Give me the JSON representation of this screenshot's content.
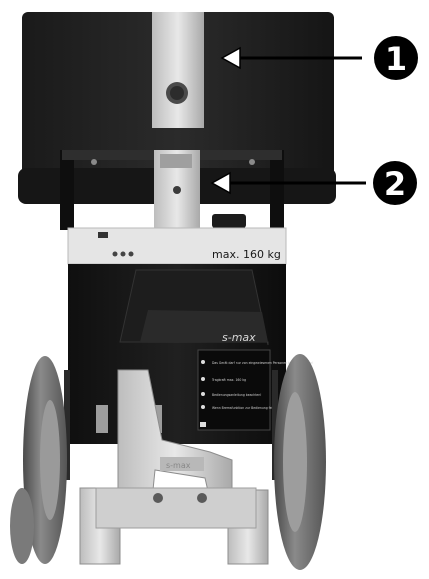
{
  "image": {
    "kind": "photograph",
    "subject": "stair-climbing device rear view with callout arrows"
  },
  "plate_text": "max. 160 kg",
  "brand_text": "s-max",
  "base_text": "s-max",
  "callouts": [
    {
      "number": "1"
    },
    {
      "number": "2"
    }
  ],
  "warning_plate": {
    "items": [
      "Das Gerät darf nur von eingewiesenen Personen bedient werden!",
      "Tragkraft max. 160 kg",
      "Bedienungsanleitung beachten!",
      "Wenn Bremsfunktion zur Bedienung fehlt Bedienungsanleitung prüfen!"
    ]
  }
}
